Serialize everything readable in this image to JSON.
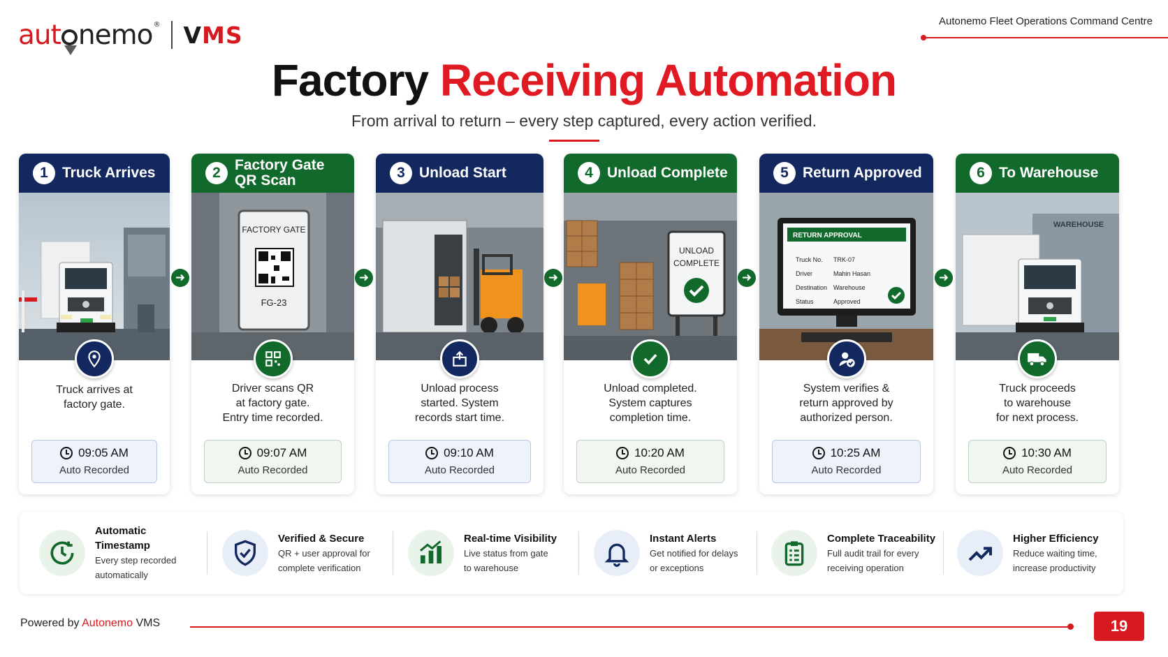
{
  "brand": {
    "logo_a": "aut",
    "logo_b": "nemo",
    "logo_reg": "®",
    "product_v": "V",
    "product_ms": "MS"
  },
  "header": {
    "top_right": "Autonemo Fleet Operations Command Centre",
    "title_main": "Factory",
    "title_accent": "Receiving Automation",
    "subtitle": "From arrival to return – every step captured, every action verified."
  },
  "steps": [
    {
      "number": "1",
      "title": "Truck Arrives",
      "desc": [
        "Truck arrives at",
        "factory gate."
      ],
      "time": "09:05 AM",
      "auto": "Auto Recorded",
      "icon": "location-pin-icon"
    },
    {
      "number": "2",
      "title": [
        "Factory Gate",
        "QR Scan"
      ],
      "desc": [
        "Driver scans QR",
        "at factory gate.",
        "Entry time recorded."
      ],
      "time": "09:07 AM",
      "auto": "Auto Recorded",
      "icon": "qr-code-icon",
      "sign_top": "FACTORY GATE",
      "sign_bottom": "FG-23"
    },
    {
      "number": "3",
      "title": "Unload Start",
      "desc": [
        "Unload process",
        "started. System",
        "records start time."
      ],
      "time": "09:10 AM",
      "auto": "Auto Recorded",
      "icon": "unload-box-icon"
    },
    {
      "number": "4",
      "title": "Unload Complete",
      "desc": [
        "Unload completed.",
        "System captures",
        "completion time."
      ],
      "time": "10:20 AM",
      "auto": "Auto Recorded",
      "icon": "checkmark-icon",
      "sign_top": "UNLOAD",
      "sign_bottom": "COMPLETE"
    },
    {
      "number": "5",
      "title": "Return Approved",
      "desc": [
        "System verifies &",
        "return approved by",
        "authorized person."
      ],
      "time": "10:25 AM",
      "auto": "Auto Recorded",
      "icon": "user-approved-icon",
      "screen": {
        "header": "RETURN APPROVAL",
        "rows": [
          [
            "Truck No.",
            "TRK-07"
          ],
          [
            "Driver",
            "Mahin Hasan"
          ],
          [
            "Destination",
            "Warehouse"
          ],
          [
            "Status",
            "Approved"
          ]
        ]
      }
    },
    {
      "number": "6",
      "title": "To Warehouse",
      "desc": [
        "Truck proceeds",
        "to warehouse",
        "for next process."
      ],
      "time": "10:30 AM",
      "auto": "Auto Recorded",
      "icon": "truck-icon",
      "building_sign": "WAREHOUSE"
    }
  ],
  "features": [
    {
      "title": [
        "Automatic",
        "Timestamp"
      ],
      "desc": [
        "Every step recorded",
        "automatically"
      ],
      "icon": "clock-refresh-icon"
    },
    {
      "title": [
        "Verified & Secure"
      ],
      "desc": [
        "QR + user approval for",
        "complete verification"
      ],
      "icon": "shield-check-icon"
    },
    {
      "title": [
        "Real-time Visibility"
      ],
      "desc": [
        "Live status from gate",
        "to warehouse"
      ],
      "icon": "bar-chart-icon"
    },
    {
      "title": [
        "Instant Alerts"
      ],
      "desc": [
        "Get notified for delays",
        "or exceptions"
      ],
      "icon": "bell-icon"
    },
    {
      "title": [
        "Complete Traceability"
      ],
      "desc": [
        "Full audit trail for every",
        "receiving operation"
      ],
      "icon": "clipboard-icon"
    },
    {
      "title": [
        "Higher Efficiency"
      ],
      "desc": [
        "Reduce waiting time,",
        "increase productivity"
      ],
      "icon": "trend-up-icon"
    }
  ],
  "footer": {
    "powered_by": "Powered by",
    "brand": "Autonemo",
    "product": "VMS",
    "page": "19"
  },
  "colors": {
    "navy": "#12285e",
    "green": "#116a2c",
    "red": "#d71920"
  }
}
